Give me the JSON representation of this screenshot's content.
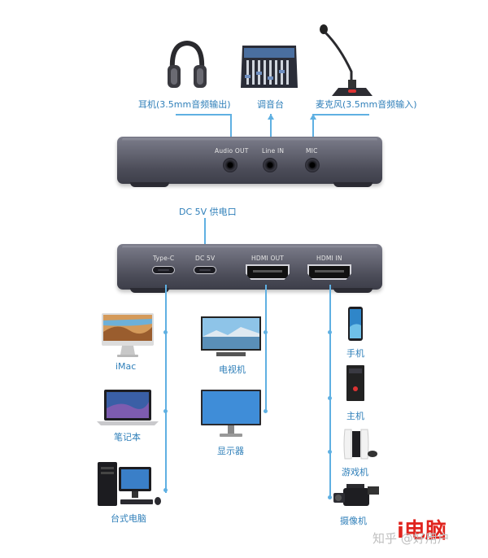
{
  "top_device": {
    "ports": [
      {
        "label": "Audio OUT"
      },
      {
        "label": "Line IN"
      },
      {
        "label": "MIC"
      }
    ]
  },
  "top_peripherals": [
    {
      "label": "耳机(3.5mm音频输出)",
      "icon": "headphones-icon"
    },
    {
      "label": "调音台",
      "icon": "audio-mixer-icon"
    },
    {
      "label": "麦克风(3.5mm音频输入)",
      "icon": "microphone-icon"
    }
  ],
  "power": {
    "label": "DC 5V 供电口"
  },
  "bottom_device": {
    "ports": [
      {
        "label": "Type-C"
      },
      {
        "label": "DC 5V"
      },
      {
        "label": "HDMI OUT"
      },
      {
        "label": "HDMI IN"
      }
    ]
  },
  "left_column": [
    {
      "label": "iMac",
      "icon": "imac-icon"
    },
    {
      "label": "笔记本",
      "icon": "laptop-icon"
    },
    {
      "label": "台式电脑",
      "icon": "desktop-pc-icon"
    }
  ],
  "middle_column": [
    {
      "label": "电视机",
      "icon": "tv-icon"
    },
    {
      "label": "显示器",
      "icon": "monitor-icon"
    }
  ],
  "right_column": [
    {
      "label": "手机",
      "icon": "smartphone-icon"
    },
    {
      "label": "主机",
      "icon": "pc-tower-icon"
    },
    {
      "label": "游戏机",
      "icon": "game-console-icon"
    },
    {
      "label": "摄像机",
      "icon": "camcorder-icon"
    }
  ],
  "watermark": {
    "brand": "i电脑",
    "site": "知乎 @好用户"
  },
  "colors": {
    "accent": "#2f7fb9",
    "line": "#5fb0e2",
    "device": "#5b5c68",
    "brand_red": "#e0241e"
  }
}
